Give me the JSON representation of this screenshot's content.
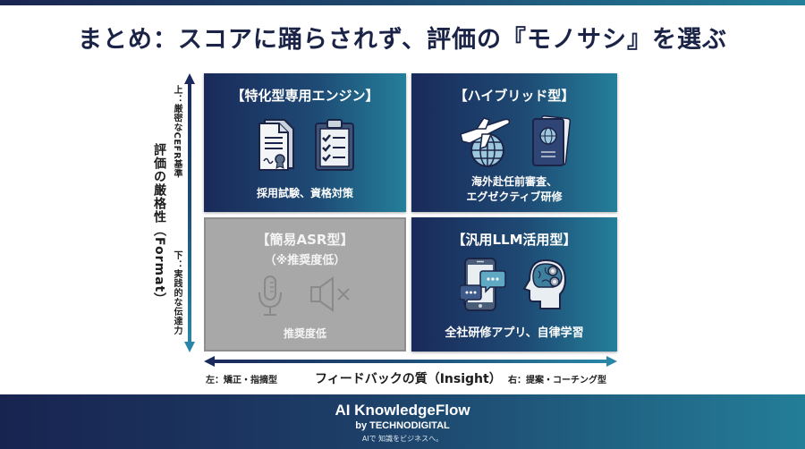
{
  "title": "まとめ：スコアに踊らされず、評価の『モノサシ』を選ぶ",
  "colors": {
    "title": "#1b2447",
    "quadrant_dark_start": "#1a2a5a",
    "quadrant_dark_end": "#247f9a",
    "quadrant_grey": "#a8a8a8",
    "footer_start": "#182350",
    "footer_end": "#237e98"
  },
  "vertical_axis": {
    "title": "評価の厳格性（Format）",
    "top_label": "上：厳密なCEFR基準",
    "bottom_label": "下：実践的な伝達力"
  },
  "horizontal_axis": {
    "title": "フィードバックの質（Insight）",
    "left_label": "左：矯正・指摘型",
    "right_label": "右：提案・コーチング型"
  },
  "quadrants": {
    "top_left": {
      "heading": "【特化型専用エンジン】",
      "icons": [
        "certificate-document-icon",
        "checklist-clipboard-icon"
      ],
      "caption": "採用試験、資格対策"
    },
    "top_right": {
      "heading": "【ハイブリッド型】",
      "icons": [
        "airplane-globe-icon",
        "passport-icon"
      ],
      "caption_line1": "海外赴任前審査、",
      "caption_line2": "エグゼクティブ研修"
    },
    "bottom_left": {
      "heading": "【簡易ASR型】",
      "subheading": "（※推奨度低）",
      "icons": [
        "microphone-icon",
        "speaker-muted-icon"
      ],
      "caption": "推奨度低"
    },
    "bottom_right": {
      "heading": "【汎用LLM活用型】",
      "icons": [
        "smartphone-chat-icon",
        "brain-gears-icon"
      ],
      "caption": "全社研修アプリ、自律学習"
    }
  },
  "footer": {
    "brand": "AI KnowledgeFlow",
    "by": "by TECHNODIGITAL",
    "tagline": "AIで 知識をビジネスへ。"
  }
}
